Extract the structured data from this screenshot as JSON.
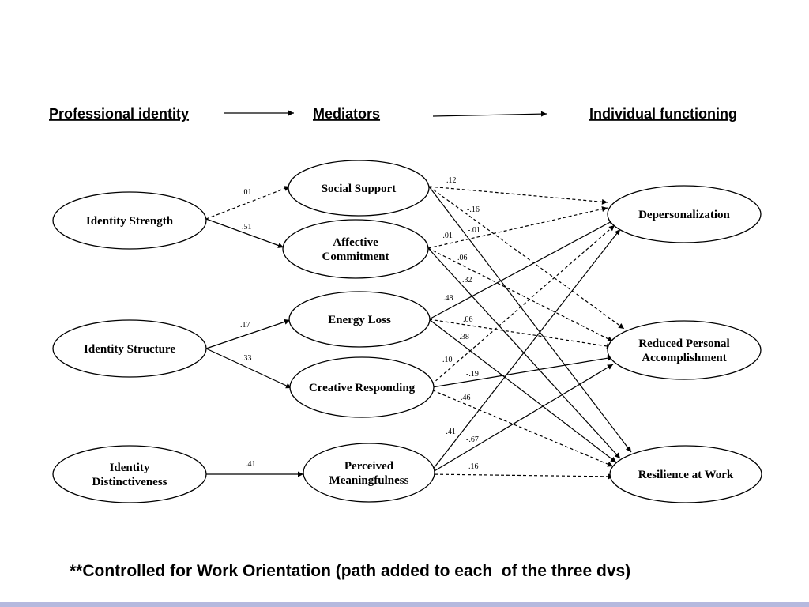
{
  "headers": {
    "left": "Professional identity",
    "middle": "Mediators",
    "right": "Individual functioning"
  },
  "footnote": "**Controlled for Work Orientation (path added to each  of the three dvs)",
  "nodes": {
    "identity_strength": [
      "Identity Strength"
    ],
    "identity_structure": [
      "Identity Structure"
    ],
    "identity_distinctiveness": [
      "Identity",
      "Distinctiveness"
    ],
    "social_support": [
      "Social Support"
    ],
    "affective_commitment": [
      "Affective",
      "Commitment"
    ],
    "energy_loss": [
      "Energy Loss"
    ],
    "creative_responding": [
      "Creative Responding"
    ],
    "perceived_meaningfulness": [
      "Perceived",
      "Meaningfulness"
    ],
    "depersonalization": [
      "Depersonalization"
    ],
    "reduced_accomplishment": [
      "Reduced Personal",
      "Accomplishment"
    ],
    "resilience": [
      "Resilience at Work"
    ]
  },
  "paths": [
    {
      "from": "identity_strength",
      "to": "social_support",
      "coef": ".01",
      "style": "dashed"
    },
    {
      "from": "identity_strength",
      "to": "affective_commitment",
      "coef": ".51",
      "style": "solid"
    },
    {
      "from": "identity_structure",
      "to": "energy_loss",
      "coef": ".17",
      "style": "solid"
    },
    {
      "from": "identity_structure",
      "to": "creative_responding",
      "coef": ".33",
      "style": "solid"
    },
    {
      "from": "identity_distinctiveness",
      "to": "perceived_meaningfulness",
      "coef": ".41",
      "style": "solid"
    },
    {
      "from": "social_support",
      "to": "depersonalization",
      "coef": ".12",
      "style": "dashed"
    },
    {
      "from": "social_support",
      "to": "reduced_accomplishment",
      "coef": "-.16",
      "style": "dashed"
    },
    {
      "from": "social_support",
      "to": "resilience",
      "coef": "-.01",
      "style": "solid"
    },
    {
      "from": "affective_commitment",
      "to": "depersonalization",
      "coef": "-.01",
      "style": "dashed"
    },
    {
      "from": "affective_commitment",
      "to": "reduced_accomplishment",
      "coef": ".06",
      "style": "dashed"
    },
    {
      "from": "affective_commitment",
      "to": "resilience",
      "coef": ".32",
      "style": "solid"
    },
    {
      "from": "energy_loss",
      "to": "depersonalization",
      "coef": ".48",
      "style": "solid"
    },
    {
      "from": "energy_loss",
      "to": "reduced_accomplishment",
      "coef": ".06",
      "style": "dashed"
    },
    {
      "from": "energy_loss",
      "to": "resilience",
      "coef": "-.38",
      "style": "solid"
    },
    {
      "from": "creative_responding",
      "to": "depersonalization",
      "coef": ".10",
      "style": "dashed"
    },
    {
      "from": "creative_responding",
      "to": "reduced_accomplishment",
      "coef": "-.19",
      "style": "solid"
    },
    {
      "from": "creative_responding",
      "to": "resilience",
      "coef": ".46",
      "style": "dashed"
    },
    {
      "from": "perceived_meaningfulness",
      "to": "depersonalization",
      "coef": "-.41",
      "style": "solid"
    },
    {
      "from": "perceived_meaningfulness",
      "to": "reduced_accomplishment",
      "coef": "-.67",
      "style": "solid"
    },
    {
      "from": "perceived_meaningfulness",
      "to": "resilience",
      "coef": ".16",
      "style": "dashed"
    }
  ]
}
